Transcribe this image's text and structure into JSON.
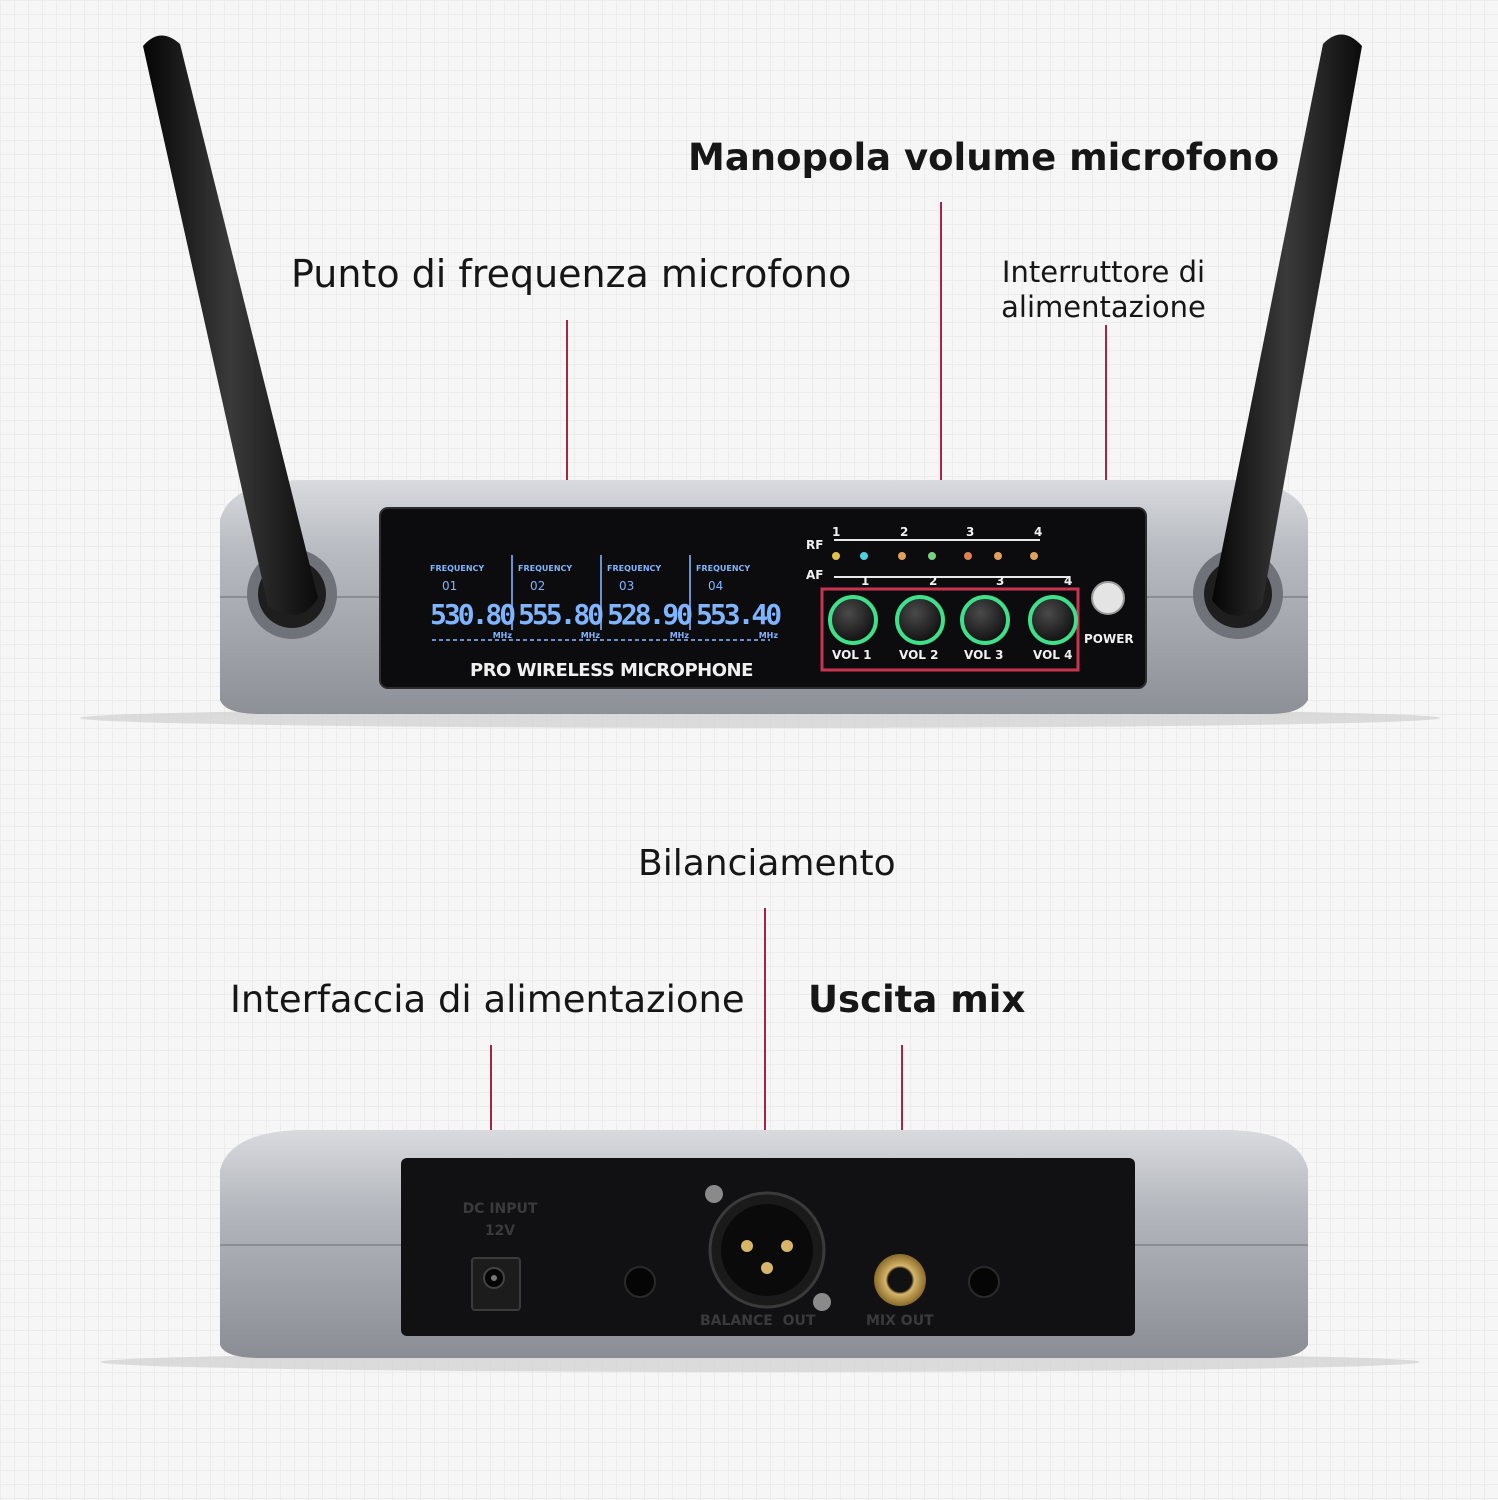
{
  "annotations": {
    "frequency_point": "Punto di frequenza microfono",
    "volume_knob": "Manopola volume microfono",
    "power_switch_line1": "Interruttore di",
    "power_switch_line2": "alimentazione",
    "balance": "Bilanciamento",
    "power_interface": "Interfaccia di alimentazione",
    "mix_output": "Uscita mix"
  },
  "front_panel": {
    "channels": [
      {
        "label": "FREQUENCY",
        "num": "01",
        "value": "530.80",
        "unit": "MHz"
      },
      {
        "label": "FREQUENCY",
        "num": "02",
        "value": "555.80",
        "unit": "MHz"
      },
      {
        "label": "FREQUENCY",
        "num": "03",
        "value": "528.90",
        "unit": "MHz"
      },
      {
        "label": "FREQUENCY",
        "num": "04",
        "value": "553.40",
        "unit": "MHz"
      }
    ],
    "brand_text": "PRO WIRELESS MICROPHONE",
    "rf_label": "RF",
    "af_label": "AF",
    "indicator_numbers": [
      "1",
      "2",
      "3",
      "4"
    ],
    "knobs": [
      "VOL 1",
      "VOL 2",
      "VOL 3",
      "VOL 4"
    ],
    "power_label": "POWER",
    "knob_ring_color": "#3fe08a",
    "highlight_color": "#c8344f",
    "lcd_color": "#7fb4ff"
  },
  "back_panel": {
    "dc_input_line1": "DC INPUT",
    "dc_input_line2": "12V",
    "balance_out": "BALANCE  OUT",
    "mix_out": "MIX OUT"
  }
}
